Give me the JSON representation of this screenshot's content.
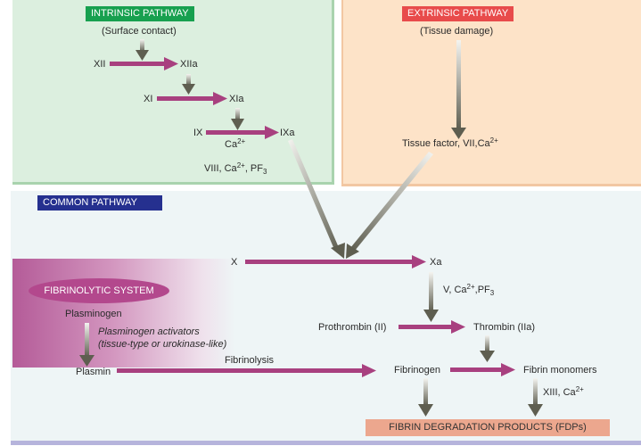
{
  "intrinsic": {
    "title": "INTRINSIC PATHWAY",
    "trigger": "(Surface contact)",
    "steps": [
      {
        "from": "XII",
        "to": "XIIa"
      },
      {
        "from": "XI",
        "to": "XIa"
      },
      {
        "from": "IX",
        "to": "IXa"
      }
    ],
    "ca_label": "Ca",
    "ca_sup": "2+",
    "cofactors": {
      "pre": "VIII, Ca",
      "sup": "2+",
      "mid": ", PF",
      "sub": "3"
    }
  },
  "extrinsic": {
    "title": "EXTRINSIC PATHWAY",
    "trigger": "(Tissue damage)",
    "factor": {
      "pre": "Tissue factor, VII,Ca",
      "sup": "2+"
    }
  },
  "common": {
    "title": "COMMON PATHWAY",
    "x": "X",
    "xa": "Xa",
    "cofactors": {
      "pre": "V, Ca",
      "sup": "2+",
      "mid": ",PF",
      "sub": "3"
    },
    "prothrombin": "Prothrombin (II)",
    "thrombin": "Thrombin (IIa)",
    "fibrinogen": "Fibrinogen",
    "fibrin_monomers": "Fibrin monomers",
    "xiii": {
      "pre": "XIII, Ca",
      "sup": "2+"
    },
    "fdp": "FIBRIN DEGRADATION PRODUCTS (FDPs)"
  },
  "fibrinolytic": {
    "title": "FIBRINOLYTIC SYSTEM",
    "plasminogen": "Plasminogen",
    "activators_line1": "Plasminogen activators",
    "activators_line2": "(tissue-type or urokinase-like)",
    "plasmin": "Plasmin",
    "fibrinolysis": "Fibrinolysis"
  },
  "colors": {
    "intrinsic": "#17a04f",
    "extrinsic": "#e84b4b",
    "common": "#25308f",
    "fibrinolytic": "#b3488d",
    "conversion_arrow": "#a8407f",
    "catalysis_arrow": "#6b6b5e",
    "fdp_box": "#eca78e"
  }
}
